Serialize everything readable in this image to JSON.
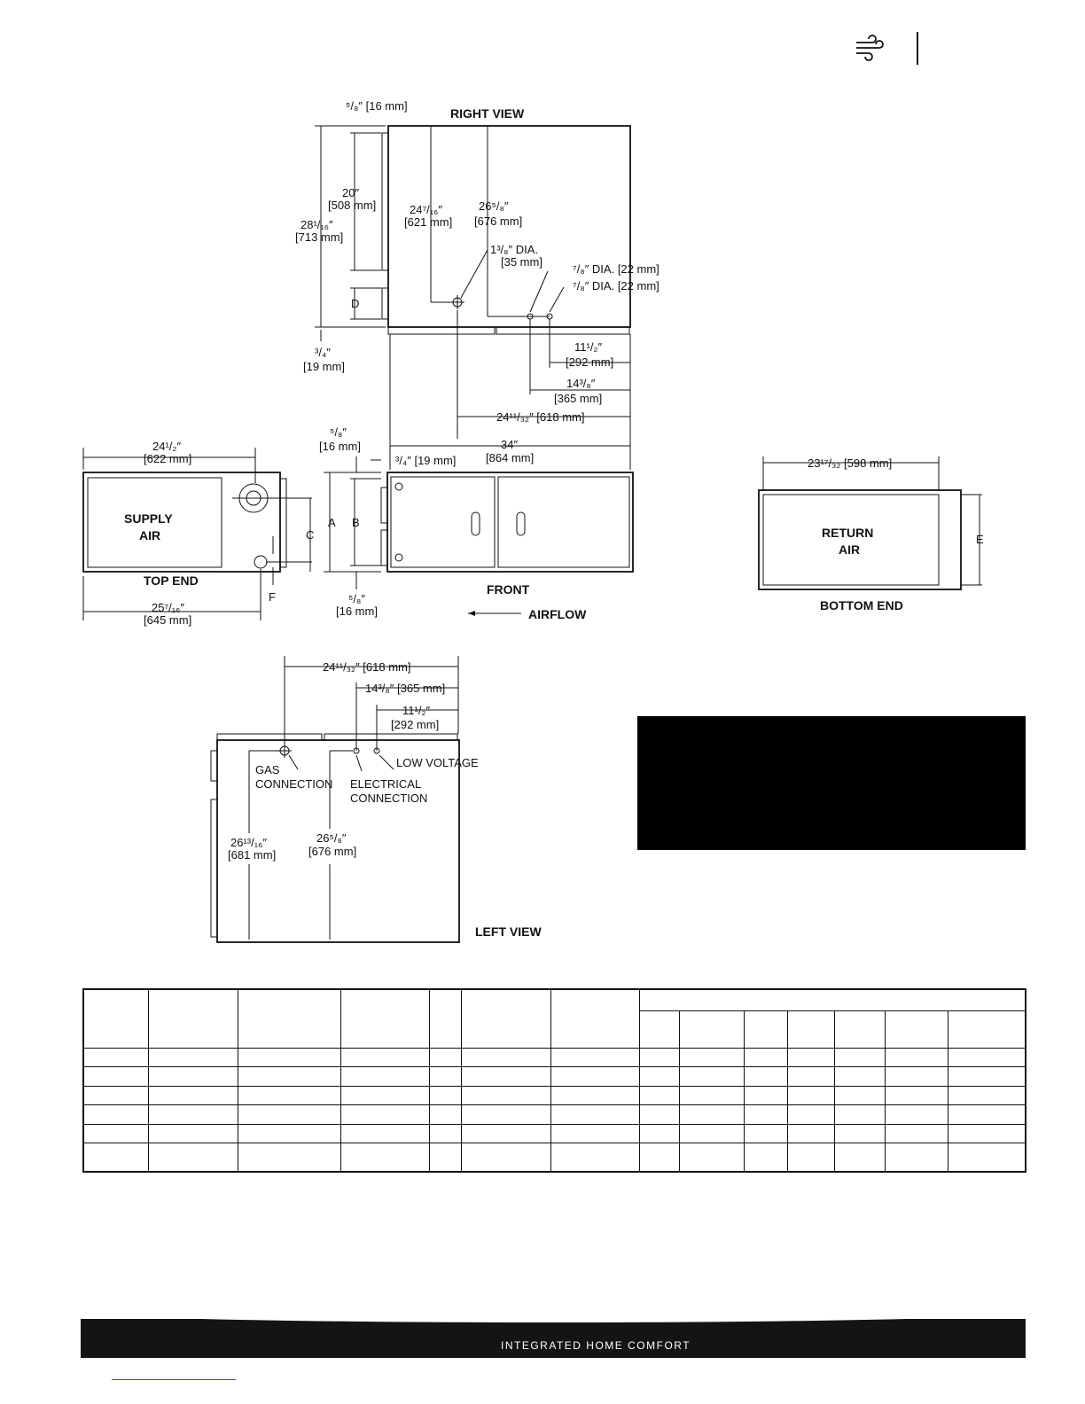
{
  "header": {
    "logo_icon": "wind-swirl-icon"
  },
  "right_view": {
    "title": "RIGHT VIEW",
    "dim_top_gap": "⁵/₈″ [16 mm]",
    "dim_20_in": "20″",
    "dim_20_mm": "[508 mm]",
    "dim_28_in": "28¹/₁₆″",
    "dim_28_mm": "[713 mm]",
    "dim_24_in": "24⁷/₁₆″",
    "dim_24_mm": "[621 mm]",
    "dim_26_in": "26⁵/₈″",
    "dim_26_mm": "[676 mm]",
    "dim_dia_large_in": "1³/₈″ DIA.",
    "dim_dia_large_mm": "[35 mm]",
    "dim_dia_small_1": "⁷/₈″ DIA. [22 mm]",
    "dim_dia_small_2": "⁷/₈″ DIA. [22 mm]",
    "label_d": "D",
    "dim_bottom_in": "³/₄″",
    "dim_bottom_mm": "[19 mm]",
    "dim_11_in": "11¹/₂″",
    "dim_11_mm": "[292 mm]",
    "dim_14_in": "14³/₈″",
    "dim_14_mm": "[365 mm]",
    "dim_24b": "24¹¹/₃₂″ [618 mm]"
  },
  "top_end": {
    "title": "TOP END",
    "dim_width_in": "24¹/₂″",
    "dim_width_mm": "[622 mm]",
    "label_supply": "SUPPLY",
    "label_air": "AIR",
    "label_f": "F",
    "dim_bottom_in": "25⁷/₁₆″",
    "dim_bottom_mm": "[645 mm]"
  },
  "front": {
    "title": "FRONT",
    "dim_top_in": "⁵/₈″",
    "dim_top_mm": "[16 mm]",
    "dim_side": "³/₄″ [19 mm]",
    "dim_width_in": "34″",
    "dim_width_mm": "[864 mm]",
    "label_a": "A",
    "label_b": "B",
    "label_c": "C",
    "dim_bottom_in": "⁵/₈″",
    "dim_bottom_mm": "[16 mm]",
    "airflow": "AIRFLOW"
  },
  "bottom_end": {
    "title": "BOTTOM END",
    "dim_width": "23¹⁷/₃₂ [598 mm]",
    "label_return": "RETURN",
    "label_air": "AIR",
    "label_e": "E"
  },
  "left_view": {
    "title": "LEFT VIEW",
    "dim_24": "24¹¹/₃₂″ [618 mm]",
    "dim_14": "14³/₈″ [365 mm]",
    "dim_11_in": "11¹/₂″",
    "dim_11_mm": "[292 mm]",
    "label_gas": "GAS",
    "label_connection": "CONNECTION",
    "label_low_voltage": "LOW VOLTAGE",
    "label_electrical": "ELECTRICAL",
    "label_connection2": "CONNECTION",
    "dim_26a_in": "26¹³/₁₆″",
    "dim_26a_mm": "[681 mm]",
    "dim_26b_in": "26⁵/₈″",
    "dim_26b_mm": "[676 mm]"
  },
  "footer": {
    "brand_text": "INTEGRATED HOME COMFORT",
    "icons": [
      "wind-swirl-icon",
      "heat-waves-icon"
    ]
  }
}
